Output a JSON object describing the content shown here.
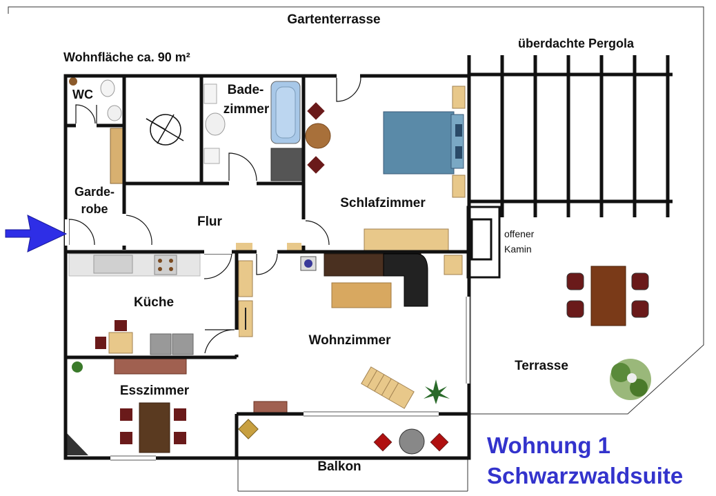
{
  "plan": {
    "area_note": "Wohnfläche ca. 90 m²",
    "garden_terrace": "Gartenterrasse",
    "pergola": "überdachte Pergola",
    "fireplace_line1": "offener",
    "fireplace_line2": "Kamin",
    "terrace": "Terrasse",
    "balcony": "Balkon",
    "rooms": {
      "wc": "WC",
      "bath_line1": "Bade-",
      "bath_line2": "zimmer",
      "wardrobe_line1": "Garde-",
      "wardrobe_line2": "robe",
      "hall": "Flur",
      "bedroom": "Schlafzimmer",
      "kitchen": "Küche",
      "living": "Wohnzimmer",
      "dining": "Esszimmer"
    }
  },
  "title": {
    "line1": "Wohnung 1",
    "line2": "Schwarzwaldsuite"
  },
  "colors": {
    "title": "#3333cc",
    "entrance_arrow": "#2e2ee6",
    "walls": "#111111"
  }
}
